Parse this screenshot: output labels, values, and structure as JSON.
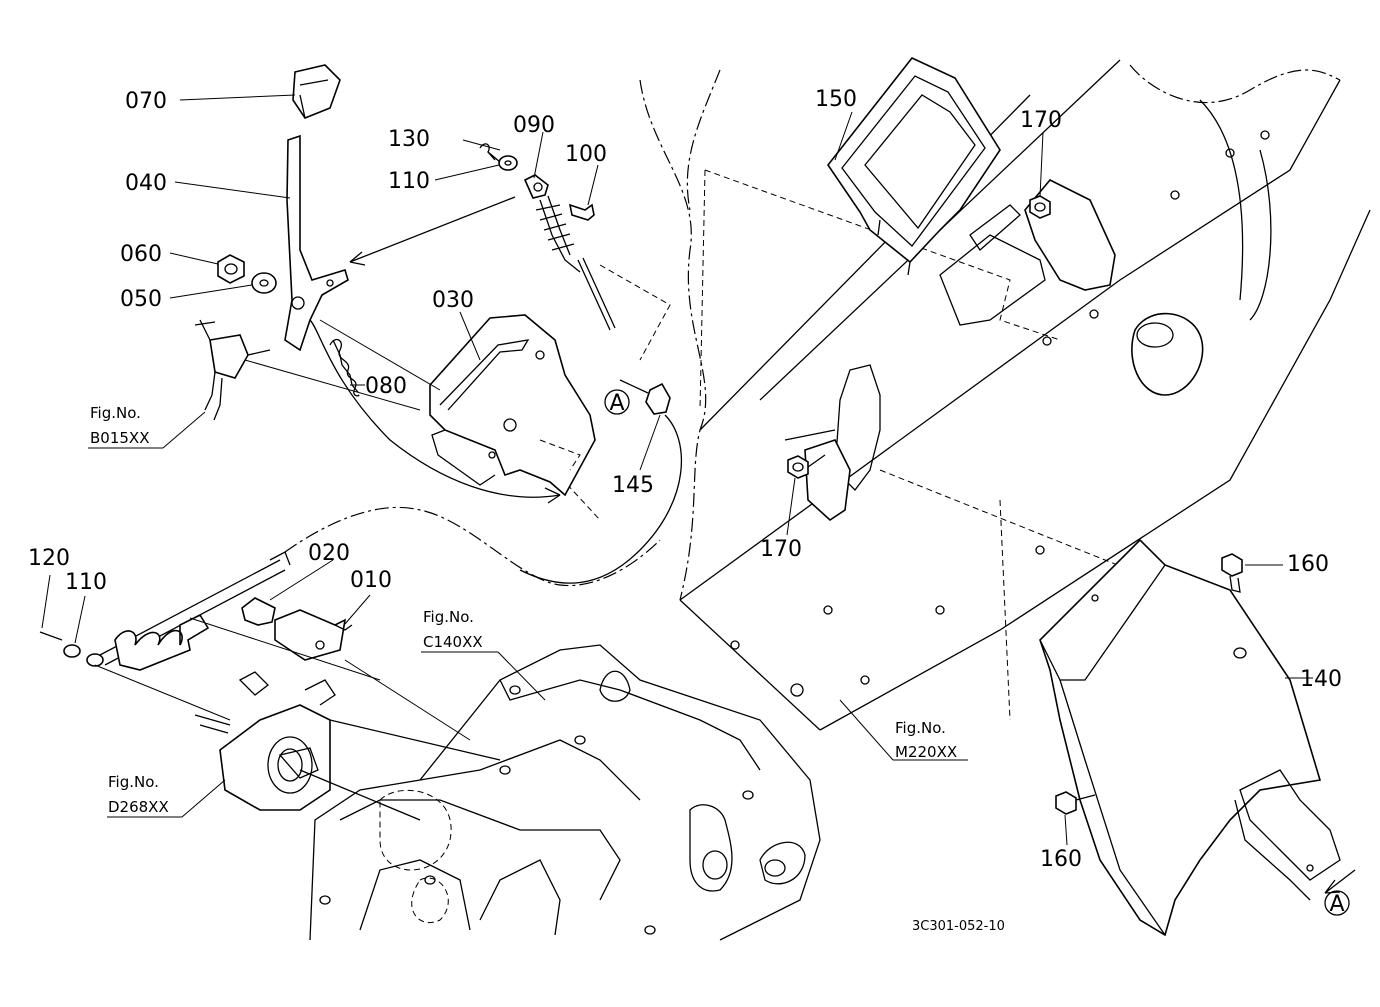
{
  "drawing": {
    "code": "3C301-052-10",
    "part_numbers": [
      "070",
      "040",
      "060",
      "050",
      "130",
      "090",
      "100",
      "110",
      "030",
      "080",
      "145",
      "150",
      "170",
      "160",
      "140",
      "120",
      "110",
      "020",
      "010"
    ],
    "fig_refs": [
      {
        "line1": "Fig.No.",
        "line2": "B015XX"
      },
      {
        "line1": "Fig.No.",
        "line2": "C140XX"
      },
      {
        "line1": "Fig.No.",
        "line2": "D268XX"
      },
      {
        "line1": "Fig.No.",
        "line2": "M220XX"
      }
    ],
    "view_marker": "A"
  }
}
